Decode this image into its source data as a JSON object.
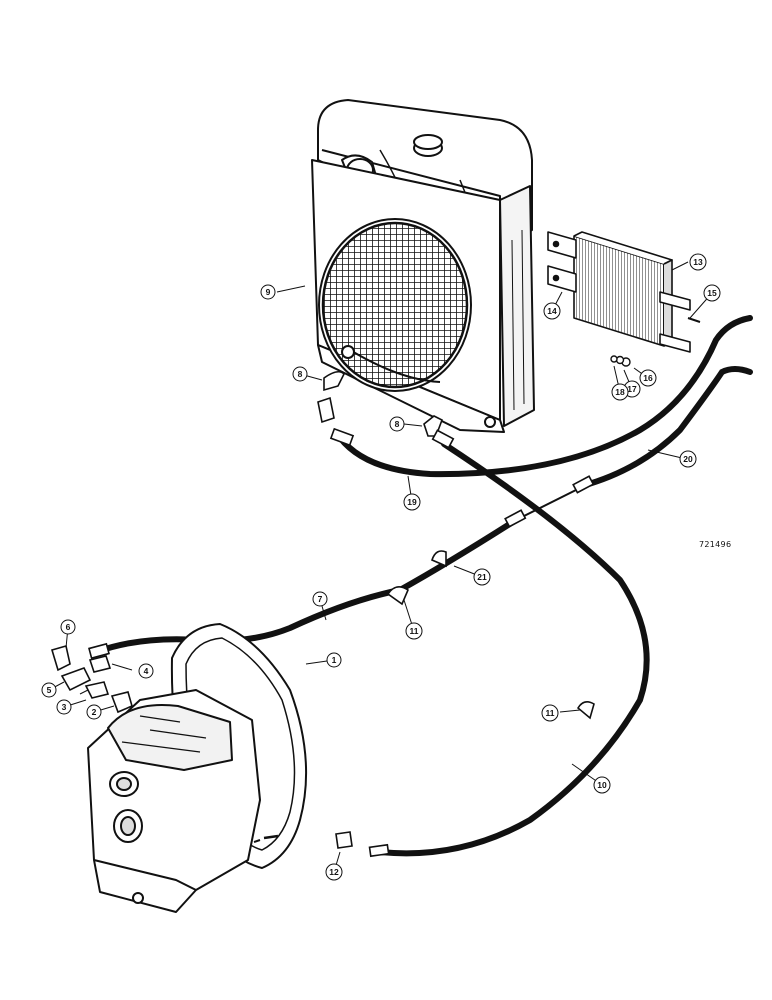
{
  "figure": {
    "number": "721496"
  },
  "callouts": [
    {
      "id": "c1",
      "label": "1"
    },
    {
      "id": "c2",
      "label": "2"
    },
    {
      "id": "c3",
      "label": "3"
    },
    {
      "id": "c4",
      "label": "4"
    },
    {
      "id": "c5",
      "label": "5"
    },
    {
      "id": "c6",
      "label": "6"
    },
    {
      "id": "c7",
      "label": "7"
    },
    {
      "id": "c8a",
      "label": "8"
    },
    {
      "id": "c8b",
      "label": "8"
    },
    {
      "id": "c9",
      "label": "9"
    },
    {
      "id": "c10",
      "label": "10"
    },
    {
      "id": "c11a",
      "label": "11"
    },
    {
      "id": "c11b",
      "label": "11"
    },
    {
      "id": "c12",
      "label": "12"
    },
    {
      "id": "c13",
      "label": "13"
    },
    {
      "id": "c14",
      "label": "14"
    },
    {
      "id": "c15",
      "label": "15"
    },
    {
      "id": "c16",
      "label": "16"
    },
    {
      "id": "c17",
      "label": "17"
    },
    {
      "id": "c18",
      "label": "18"
    },
    {
      "id": "c19",
      "label": "19"
    },
    {
      "id": "c20",
      "label": "20"
    },
    {
      "id": "c21",
      "label": "21"
    }
  ],
  "colors": {
    "ink": "#111111",
    "paper": "#ffffff",
    "shade": "#cfcfcf"
  }
}
